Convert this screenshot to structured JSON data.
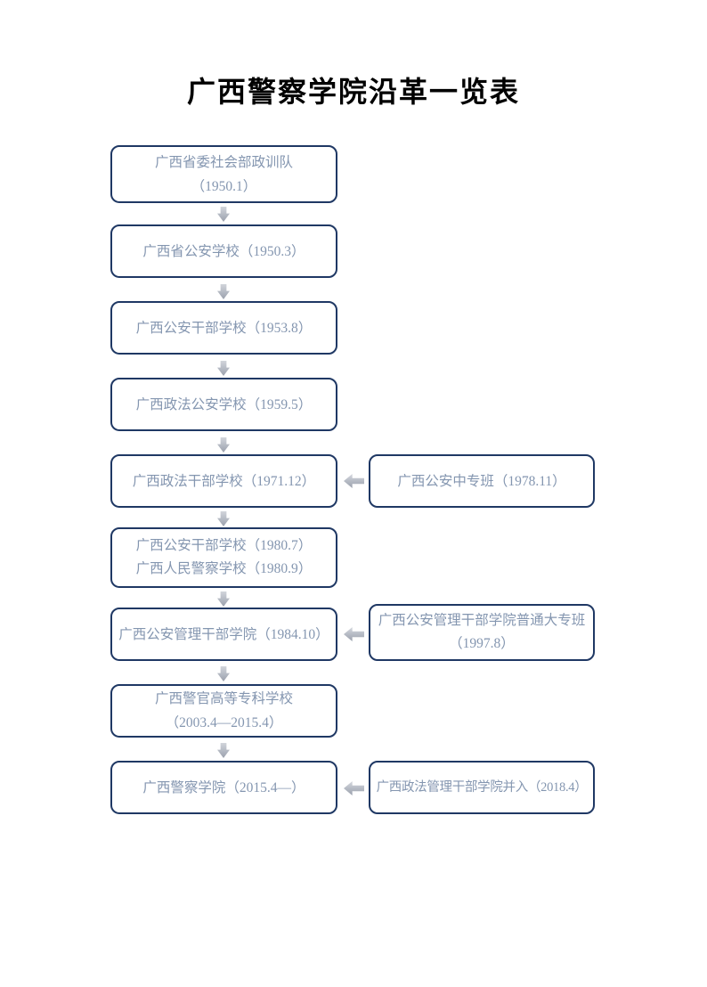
{
  "title": "广西警察学院沿革一览表",
  "diagram": {
    "main_chain": [
      {
        "lines": [
          "广西省委社会部政训队",
          "（1950.1）"
        ]
      },
      {
        "lines": [
          "广西省公安学校（1950.3）"
        ]
      },
      {
        "lines": [
          "广西公安干部学校（1953.8）"
        ]
      },
      {
        "lines": [
          "广西政法公安学校（1959.5）"
        ]
      },
      {
        "lines": [
          "广西政法干部学校（1971.12）"
        ]
      },
      {
        "lines": [
          "广西公安干部学校（1980.7）",
          "广西人民警察学校（1980.9）"
        ]
      },
      {
        "lines": [
          "广西公安管理干部学院（1984.10）"
        ]
      },
      {
        "lines": [
          "广西警官高等专科学校",
          "（2003.4—2015.4）"
        ]
      },
      {
        "lines": [
          "广西警察学院（2015.4—）"
        ]
      }
    ],
    "merge_branches": [
      {
        "lines": [
          "广西公安中专班（1978.11）"
        ],
        "merges_into": "广西政法干部学校（1971.12）"
      },
      {
        "lines": [
          "广西公安管理干部学院普通大专班",
          "（1997.8）"
        ],
        "merges_into": "广西公安管理干部学院（1984.10）"
      },
      {
        "lines": [
          "广西政法管理干部学院并入（2018.4）"
        ],
        "merges_into": "广西警察学院（2015.4—）"
      }
    ]
  },
  "colors": {
    "background": "#FFFFFF",
    "box_border": "#1F3864",
    "box_text": "#8496B0",
    "arrow_gray": "#AEB3BD",
    "title_text": "#000000"
  }
}
